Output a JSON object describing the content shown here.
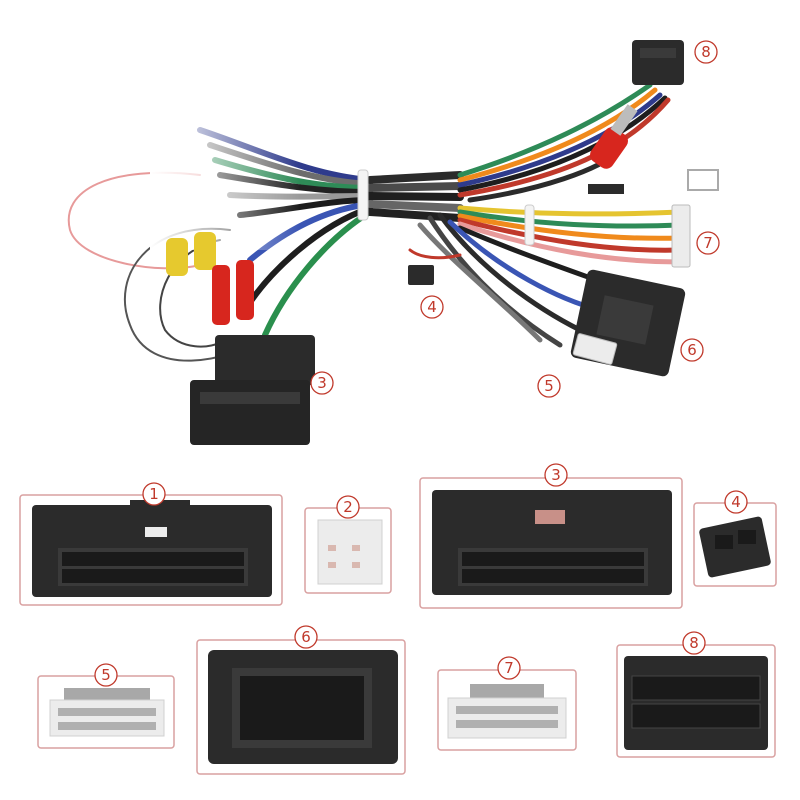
{
  "colors": {
    "connector_body": "#2b2b2b",
    "connector_shade": "#3a3a3a",
    "label_red": "#c0392b",
    "panel_border": "#d9a0a0",
    "white_plug": "#ececec"
  },
  "harness_labels": [
    "8",
    "7",
    "4",
    "6",
    "5",
    "3"
  ],
  "panel_labels": [
    "1",
    "2",
    "3",
    "4",
    "5",
    "6",
    "7",
    "8"
  ]
}
